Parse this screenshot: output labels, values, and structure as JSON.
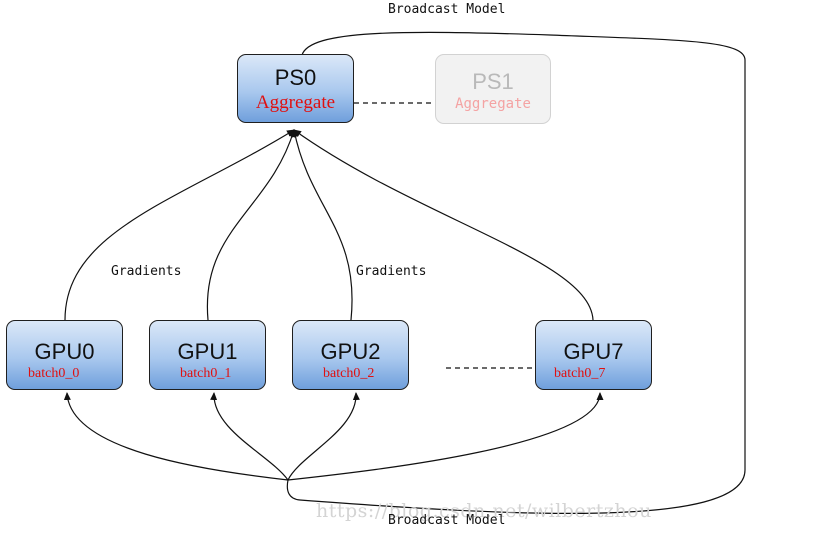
{
  "labels": {
    "broadcast_top": "Broadcast Model",
    "broadcast_bottom": "Broadcast Model",
    "gradients_left": "Gradients",
    "gradients_right": "Gradients"
  },
  "ps_nodes": [
    {
      "title": "PS0",
      "subtitle": "Aggregate",
      "state": "active"
    },
    {
      "title": "PS1",
      "subtitle": "Aggregate",
      "state": "faded"
    }
  ],
  "gpu_nodes": [
    {
      "title": "GPU0",
      "batch": "batch0_0"
    },
    {
      "title": "GPU1",
      "batch": "batch0_1"
    },
    {
      "title": "GPU2",
      "batch": "batch0_2"
    },
    {
      "title": "GPU7",
      "batch": "batch0_7"
    }
  ],
  "watermark": "https://blog.csdn.net/wilbertzhou",
  "colors": {
    "node_fill_top": "#dbe8f8",
    "node_fill_bottom": "#6f9fdc",
    "subtitle_red": "#e01010",
    "faded_border": "#d2d2d2",
    "line": "#111111"
  }
}
